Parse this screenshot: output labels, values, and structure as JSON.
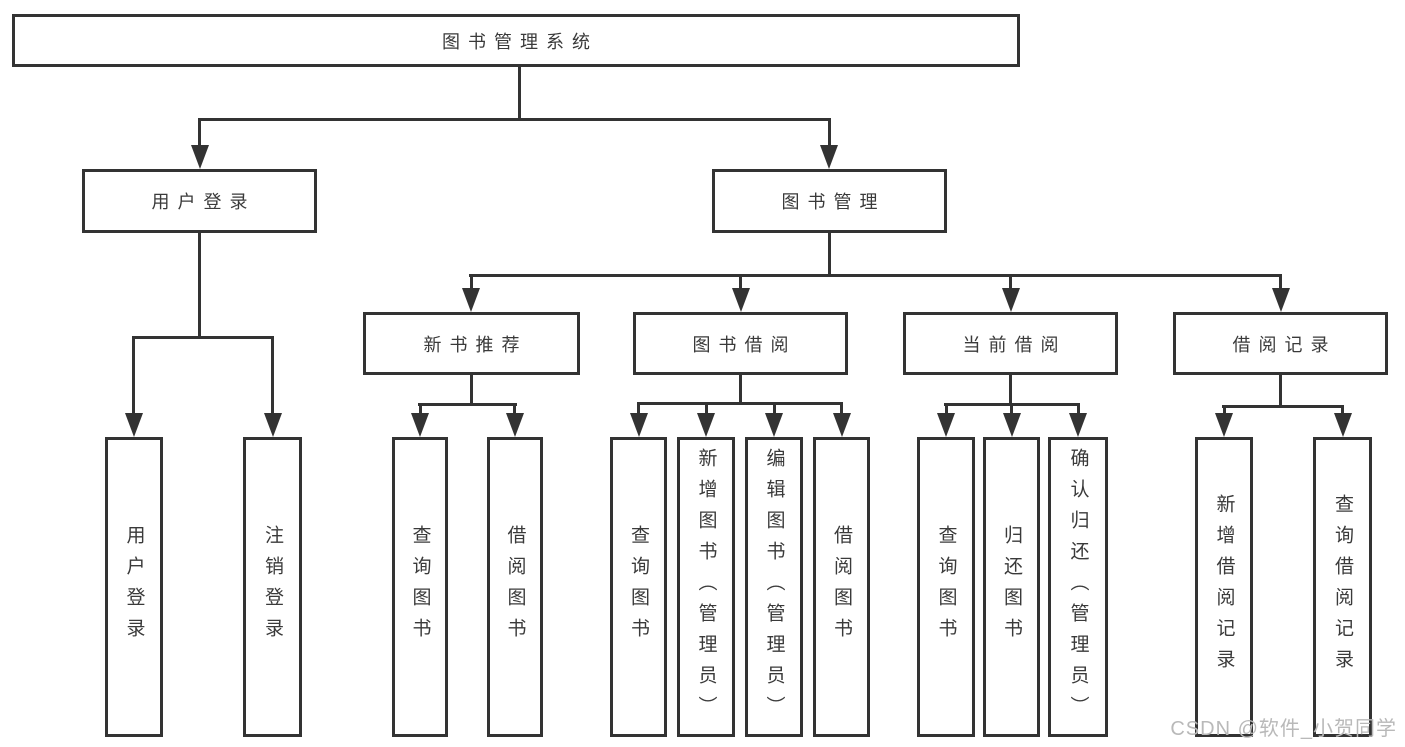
{
  "tree": {
    "label": "图书管理系统",
    "children": [
      {
        "label": "用户登录",
        "children": [
          {
            "label": "用户登录"
          },
          {
            "label": "注销登录"
          }
        ]
      },
      {
        "label": "图书管理",
        "children": [
          {
            "label": "新书推荐",
            "children": [
              {
                "label": "查询图书"
              },
              {
                "label": "借阅图书"
              }
            ]
          },
          {
            "label": "图书借阅",
            "children": [
              {
                "label": "查询图书"
              },
              {
                "label": "新增图书（管理员）"
              },
              {
                "label": "编辑图书（管理员）"
              },
              {
                "label": "借阅图书"
              }
            ]
          },
          {
            "label": "当前借阅",
            "children": [
              {
                "label": "查询图书"
              },
              {
                "label": "归还图书"
              },
              {
                "label": "确认归还（管理员）"
              }
            ]
          },
          {
            "label": "借阅记录",
            "children": [
              {
                "label": "新增借阅记录"
              },
              {
                "label": "查询借阅记录"
              }
            ]
          }
        ]
      }
    ]
  },
  "watermark": {
    "text": "CSDN @软件_小贺同学"
  },
  "colors": {
    "line": "#333333",
    "text": "#3a3a3a",
    "background": "#ffffff",
    "watermark": "#b9b9b9"
  }
}
